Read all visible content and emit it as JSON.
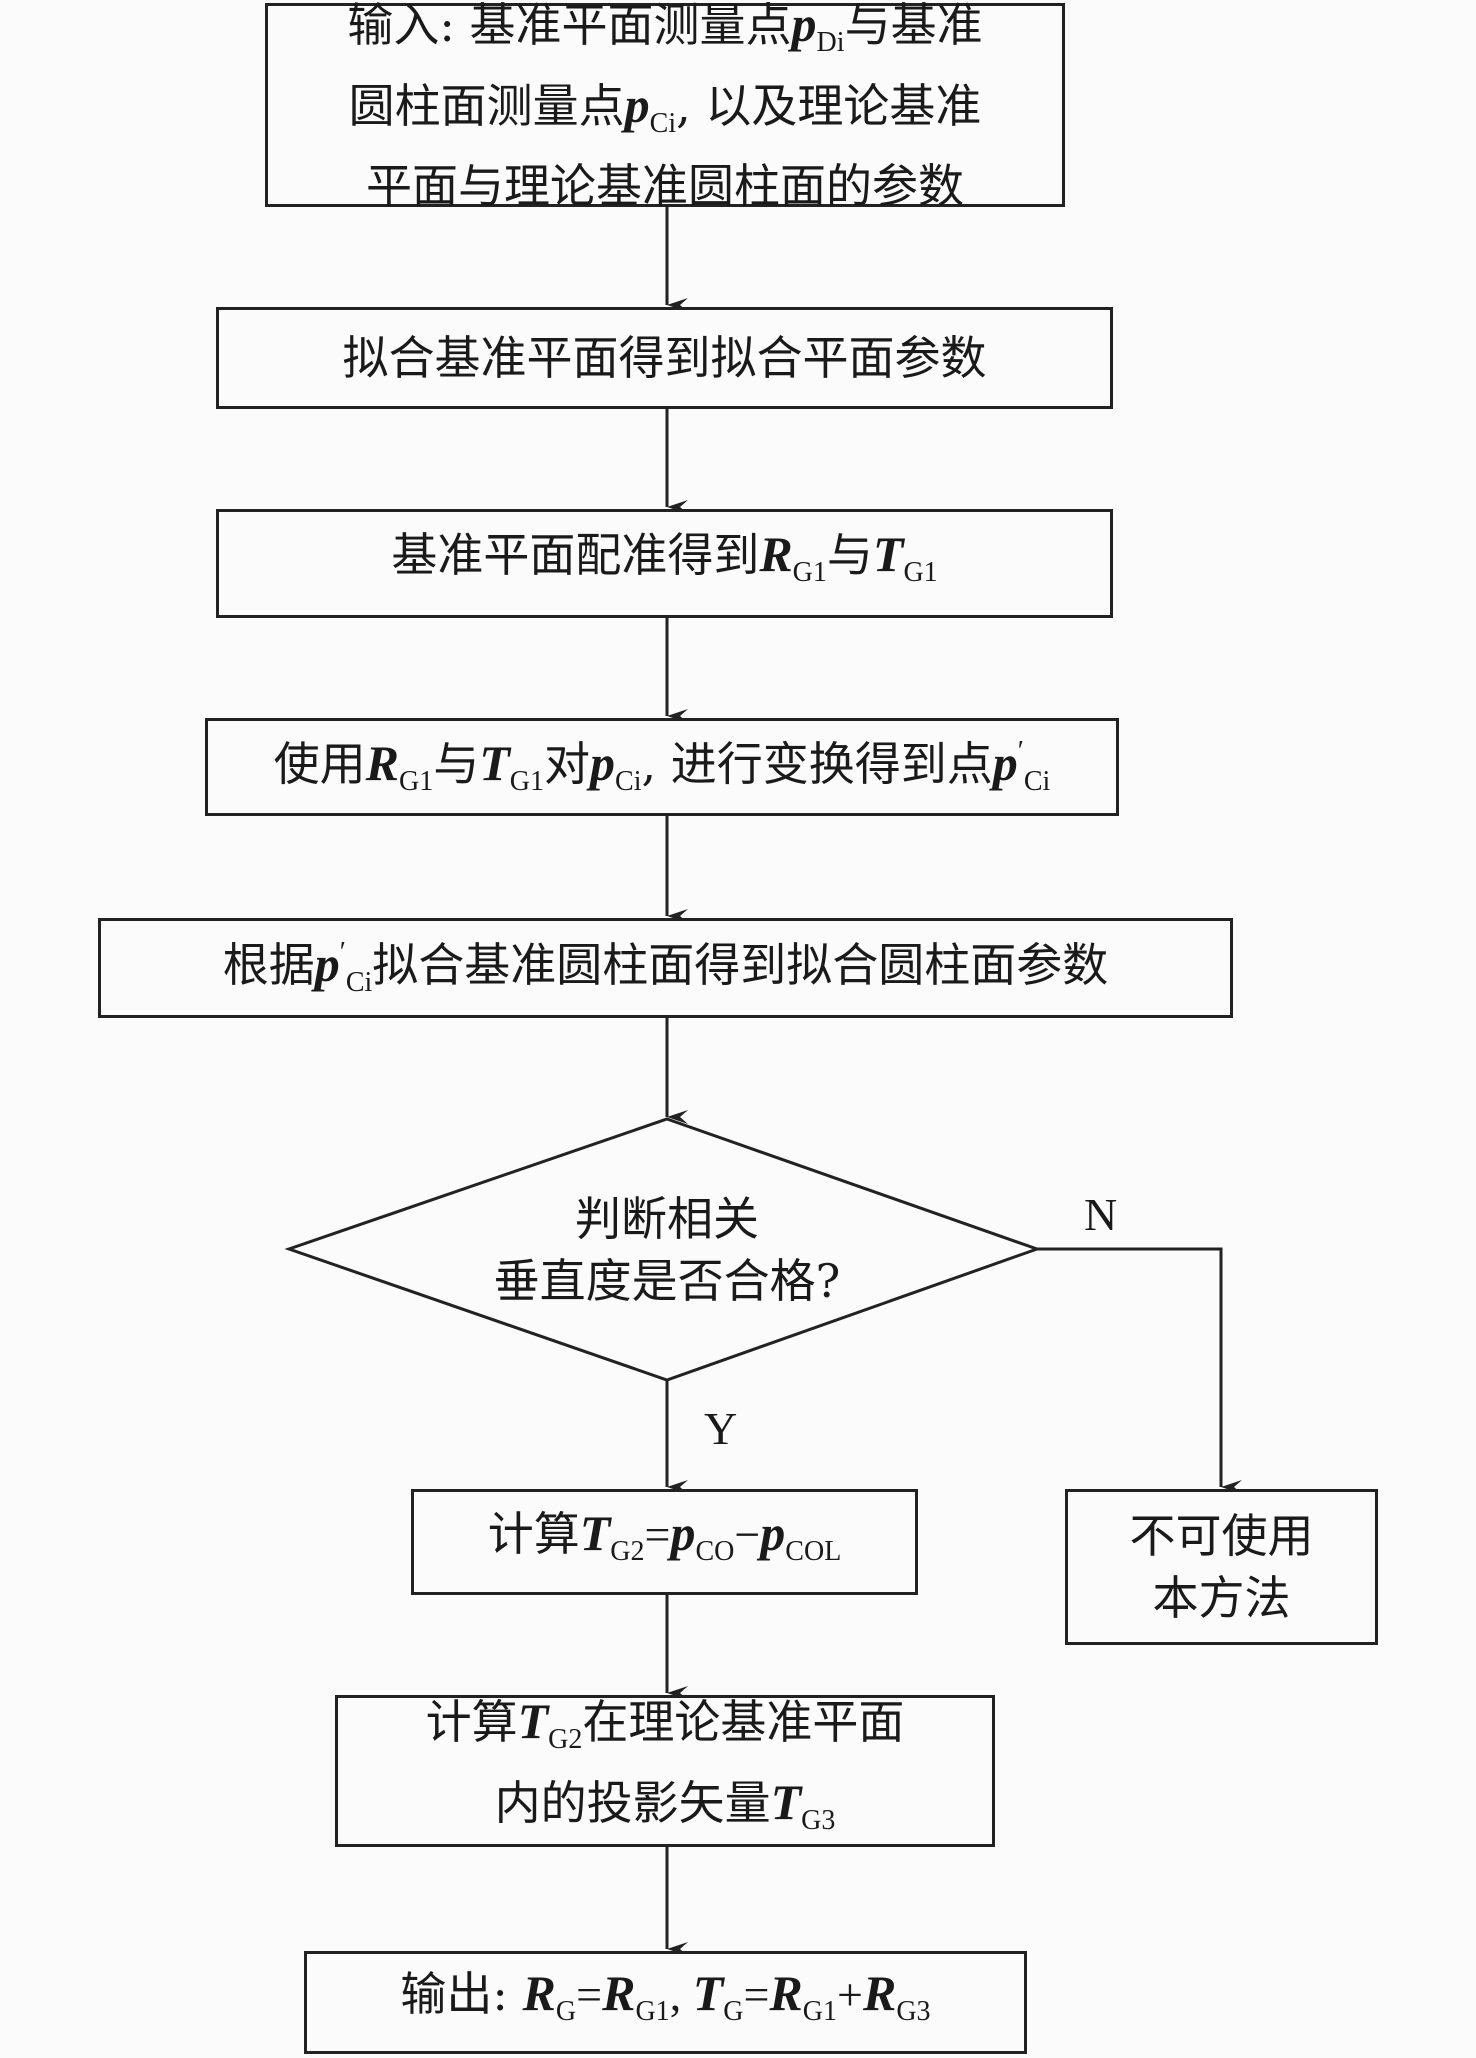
{
  "nodes": [
    {
      "id": "n1",
      "name": "input-box",
      "lines": [
        [
          {
            "k": "cn",
            "text": "输入: 基准平面测量点"
          },
          {
            "k": "var",
            "text": "p"
          },
          {
            "k": "sub",
            "text": "D"
          },
          {
            "k": "sub",
            "text": "i"
          },
          {
            "k": "cn",
            "text": "与基准"
          }
        ],
        [
          {
            "k": "cn",
            "text": "圆柱面测量点"
          },
          {
            "k": "var",
            "text": "p"
          },
          {
            "k": "sub",
            "text": "Ci"
          },
          {
            "k": "cn",
            "text": ", 以及理论基准"
          }
        ],
        [
          {
            "k": "cn",
            "text": "平面与理论基准圆柱面的参数"
          }
        ]
      ]
    },
    {
      "id": "n2",
      "name": "fit-plane-box",
      "lines": [
        [
          {
            "k": "cn",
            "text": "拟合基准平面得到拟合平面参数"
          }
        ]
      ]
    },
    {
      "id": "n3",
      "name": "plane-registration-box",
      "lines": [
        [
          {
            "k": "cn",
            "text": "基准平面配准得到"
          },
          {
            "k": "var",
            "text": "R"
          },
          {
            "k": "sub",
            "text": "G1"
          },
          {
            "k": "cn",
            "text": "与"
          },
          {
            "k": "var",
            "text": "T"
          },
          {
            "k": "sub",
            "text": "G1"
          }
        ]
      ]
    },
    {
      "id": "n4",
      "name": "transform-points-box",
      "lines": [
        [
          {
            "k": "cn",
            "text": "使用"
          },
          {
            "k": "var",
            "text": "R"
          },
          {
            "k": "sub",
            "text": "G1"
          },
          {
            "k": "cn",
            "text": "与"
          },
          {
            "k": "var",
            "text": "T"
          },
          {
            "k": "sub",
            "text": "G1"
          },
          {
            "k": "cn",
            "text": "对"
          },
          {
            "k": "var",
            "text": "p"
          },
          {
            "k": "sub",
            "text": "Ci"
          },
          {
            "k": "cn",
            "text": ", 进行变换得到点"
          },
          {
            "k": "var",
            "text": "p"
          },
          {
            "k": "sup",
            "text": "′"
          },
          {
            "k": "sub",
            "text": "Ci"
          }
        ]
      ]
    },
    {
      "id": "n5",
      "name": "fit-cylinder-box",
      "lines": [
        [
          {
            "k": "cn",
            "text": "根据"
          },
          {
            "k": "var",
            "text": "p"
          },
          {
            "k": "sup",
            "text": "′"
          },
          {
            "k": "sub",
            "text": "Ci"
          },
          {
            "k": "cn",
            "text": "拟合基准圆柱面得到拟合圆柱面参数"
          }
        ]
      ]
    },
    {
      "id": "n6",
      "name": "perpendicularity-decision",
      "lines": [
        [
          {
            "k": "cn",
            "text": "判断相关"
          }
        ],
        [
          {
            "k": "cn",
            "text": "垂直度是否合格?"
          }
        ]
      ]
    },
    {
      "id": "n7",
      "name": "compute-tg2-box",
      "lines": [
        [
          {
            "k": "cn",
            "text": "计算"
          },
          {
            "k": "var",
            "text": "T"
          },
          {
            "k": "sub",
            "text": "G2"
          },
          {
            "k": "lat",
            "text": "="
          },
          {
            "k": "var",
            "text": "p"
          },
          {
            "k": "sub",
            "text": "CO"
          },
          {
            "k": "lat",
            "text": "−"
          },
          {
            "k": "var",
            "text": "p"
          },
          {
            "k": "sub",
            "text": "COL"
          }
        ]
      ]
    },
    {
      "id": "n8",
      "name": "method-unusable-box",
      "lines": [
        [
          {
            "k": "cn",
            "text": "不可使用"
          }
        ],
        [
          {
            "k": "cn",
            "text": "本方法"
          }
        ]
      ]
    },
    {
      "id": "n9",
      "name": "projection-box",
      "lines": [
        [
          {
            "k": "cn",
            "text": "计算"
          },
          {
            "k": "var",
            "text": "T"
          },
          {
            "k": "sub",
            "text": "G2"
          },
          {
            "k": "cn",
            "text": "在理论基准平面"
          }
        ],
        [
          {
            "k": "cn",
            "text": "内的投影矢量"
          },
          {
            "k": "var",
            "text": "T"
          },
          {
            "k": "sub",
            "text": "G3"
          }
        ]
      ]
    },
    {
      "id": "n10",
      "name": "output-box",
      "lines": [
        [
          {
            "k": "cn",
            "text": "输出: "
          },
          {
            "k": "var",
            "text": "R"
          },
          {
            "k": "sub",
            "text": "G"
          },
          {
            "k": "lat",
            "text": "="
          },
          {
            "k": "var",
            "text": "R"
          },
          {
            "k": "sub",
            "text": "G1"
          },
          {
            "k": "lat",
            "text": ", "
          },
          {
            "k": "var",
            "text": "T"
          },
          {
            "k": "sub",
            "text": "G"
          },
          {
            "k": "lat",
            "text": "="
          },
          {
            "k": "var",
            "text": "R"
          },
          {
            "k": "sub",
            "text": "G1"
          },
          {
            "k": "lat",
            "text": "+"
          },
          {
            "k": "var",
            "text": "R"
          },
          {
            "k": "sub",
            "text": "G3"
          }
        ]
      ]
    }
  ],
  "labels": {
    "no": "N",
    "yes": "Y"
  }
}
